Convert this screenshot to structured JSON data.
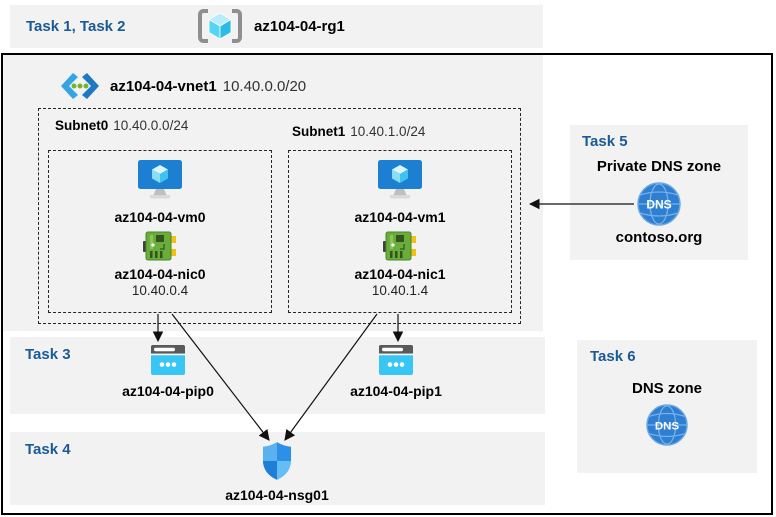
{
  "banner": {
    "tasks_label": "Task 1, Task 2",
    "resource_group": "az104-04-rg1"
  },
  "vnet": {
    "name": "az104-04-vnet1",
    "cidr": "10.40.0.0/20"
  },
  "subnets": [
    {
      "name": "Subnet0",
      "cidr": "10.40.0.0/24",
      "vm_name": "az104-04-vm0",
      "nic_name": "az104-04-nic0",
      "nic_ip": "10.40.0.4"
    },
    {
      "name": "Subnet1",
      "cidr": "10.40.1.0/24",
      "vm_name": "az104-04-vm1",
      "nic_name": "az104-04-nic1",
      "nic_ip": "10.40.1.4"
    }
  ],
  "task3": {
    "label": "Task 3",
    "pip0": "az104-04-pip0",
    "pip1": "az104-04-pip1"
  },
  "task4": {
    "label": "Task 4",
    "nsg_name": "az104-04-nsg01"
  },
  "task5": {
    "label": "Task 5",
    "title": "Private DNS zone",
    "zone_name": "contoso.org",
    "dns_icon_text": "DNS"
  },
  "task6": {
    "label": "Task 6",
    "title": "DNS zone",
    "dns_icon_text": "DNS"
  },
  "colors": {
    "task_label_blue": "#1a5a96",
    "panel_gray": "#f2f2f2",
    "frame_black": "#000000",
    "dns_icon_blue": "#2e7fd2",
    "vm_screen_blue": "#1d7fd2",
    "nic_green": "#69ad3c",
    "pip_cyan": "#38c6f4",
    "shield_blue": "#2e8ee6"
  }
}
